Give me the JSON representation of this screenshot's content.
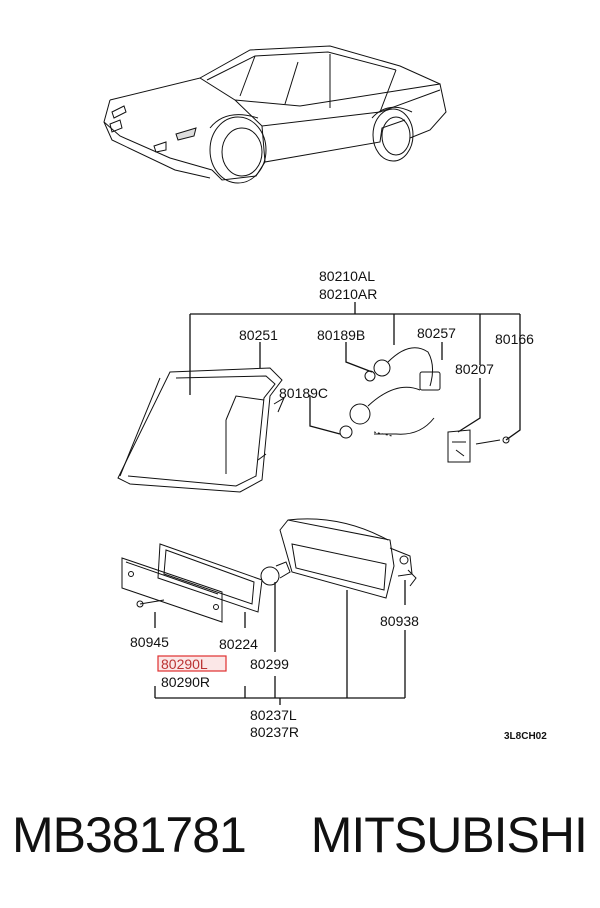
{
  "labels": {
    "p80210AL": "80210AL",
    "p80210AR": "80210AR",
    "p80251": "80251",
    "p80189B": "80189B",
    "p80257": "80257",
    "p80166": "80166",
    "p80207": "80207",
    "p80189C": "80189C",
    "p80945": "80945",
    "p80224": "80224",
    "p80938": "80938",
    "p80290L": "80290L",
    "p80290R": "80290R",
    "p80299": "80299",
    "p80237L": "80237L",
    "p80237R": "80237R",
    "code": "3L8CH02"
  },
  "highlight_color": "#e03030",
  "caption": {
    "part_number": "MB381781",
    "brand": "MITSUBISHI"
  }
}
